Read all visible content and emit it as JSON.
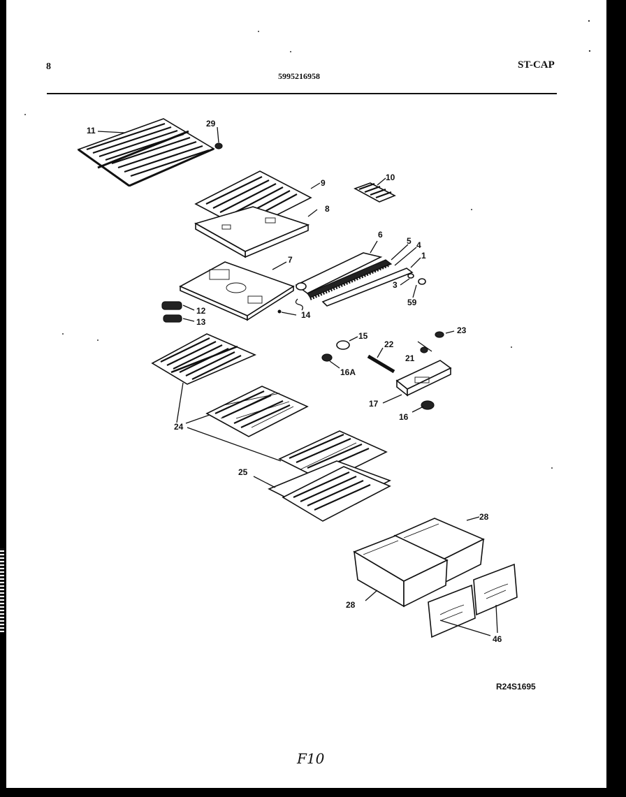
{
  "header": {
    "page_number": "8",
    "part_number": "5995216958",
    "section_code": "ST-CAP"
  },
  "parts": [
    {
      "id": "callout-11",
      "text": "11"
    },
    {
      "id": "callout-29",
      "text": "29"
    },
    {
      "id": "callout-9",
      "text": "9"
    },
    {
      "id": "callout-10",
      "text": "10"
    },
    {
      "id": "callout-8",
      "text": "8"
    },
    {
      "id": "callout-6",
      "text": "6"
    },
    {
      "id": "callout-5",
      "text": "5"
    },
    {
      "id": "callout-4",
      "text": "4"
    },
    {
      "id": "callout-1",
      "text": "1"
    },
    {
      "id": "callout-7",
      "text": "7"
    },
    {
      "id": "callout-3",
      "text": "3"
    },
    {
      "id": "callout-59",
      "text": "59"
    },
    {
      "id": "callout-12",
      "text": "12"
    },
    {
      "id": "callout-13",
      "text": "13"
    },
    {
      "id": "callout-14",
      "text": "14"
    },
    {
      "id": "callout-15",
      "text": "15"
    },
    {
      "id": "callout-23",
      "text": "23"
    },
    {
      "id": "callout-22",
      "text": "22"
    },
    {
      "id": "callout-21",
      "text": "21"
    },
    {
      "id": "callout-16a",
      "text": "16A"
    },
    {
      "id": "callout-17",
      "text": "17"
    },
    {
      "id": "callout-16",
      "text": "16"
    },
    {
      "id": "callout-24",
      "text": "24"
    },
    {
      "id": "callout-25",
      "text": "25"
    },
    {
      "id": "callout-28-top",
      "text": "28"
    },
    {
      "id": "callout-28-bottom",
      "text": "28"
    },
    {
      "id": "callout-46",
      "text": "46"
    }
  ],
  "drawing_reference": "R24S1695",
  "handwritten_note": "F10"
}
